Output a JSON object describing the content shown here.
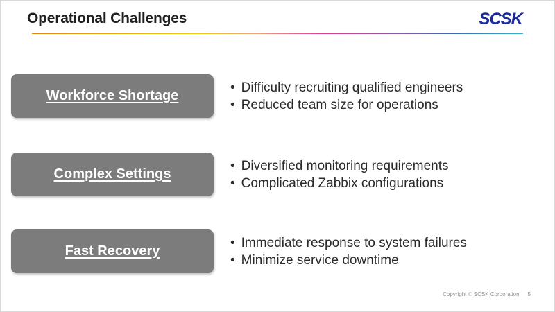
{
  "slide": {
    "title": "Operational Challenges",
    "logo_text": "SCSK",
    "footer": {
      "copyright": "Copyright © SCSK Corporation",
      "page_number": "5"
    }
  },
  "bullet_char": "•",
  "rows": [
    {
      "label": "Workforce Shortage",
      "bullets": [
        "Difficulty recruiting qualified engineers",
        "Reduced team size for operations"
      ]
    },
    {
      "label": "Complex Settings",
      "bullets": [
        "Diversified monitoring requirements",
        "Complicated Zabbix configurations"
      ]
    },
    {
      "label": "Fast Recovery",
      "bullets": [
        "Immediate response to system failures",
        "Minimize service downtime"
      ]
    }
  ],
  "colors": {
    "box_gray": "#7c7c7c",
    "logo_blue": "#1c2b9c",
    "body_text": "#2a2a2a",
    "accent_gradient": [
      "#e8820b",
      "#f3cc0a",
      "#f2a07c",
      "#e73895",
      "#9256a5",
      "#3e68b8",
      "#2cb9cd"
    ]
  }
}
